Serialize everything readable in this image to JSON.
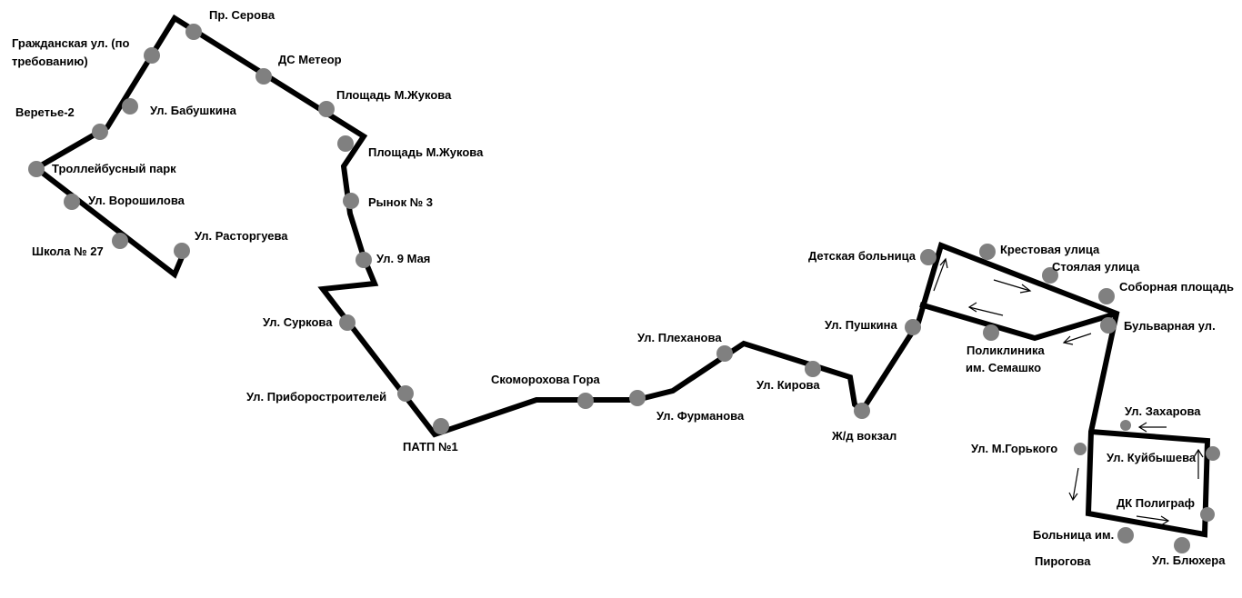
{
  "stops": {
    "serova": "Пр. Серова",
    "grazhd_1": "Гражданская ул. (по",
    "grazhd_2": "требованию)",
    "meteor": "ДС Метеор",
    "zhukova_1": "Площадь М.Жукова",
    "babushkina": "Ул. Бабушкина",
    "veretye": "Веретье-2",
    "zhukova_2": "Площадь М.Жукова",
    "trolley": "Троллейбусный парк",
    "voroshilova": "Ул. Ворошилова",
    "rynok": "Рынок № 3",
    "school": "Школа № 27",
    "rastorgueva": "Ул. Расторгуева",
    "may9": "Ул. 9 Мая",
    "surkova": "Ул. Суркова",
    "priborostr": "Ул. Приборостроителей",
    "patp": "ПАТП №1",
    "skomorokhova": "Скоморохова Гора",
    "plekhanova": "Ул. Плеханова",
    "furmanova": "Ул. Фурманова",
    "kirova": "Ул. Кирова",
    "vokzal": "Ж/д вокзал",
    "detskaya": "Детская больница",
    "krestovaya": "Крестовая улица",
    "stoyalaya": "Стоялая улица",
    "sobornaya": "Соборная площадь",
    "pushkina": "Ул. Пушкина",
    "bulvarnaya": "Бульварная ул.",
    "poliklinika_1": "Поликлиника",
    "poliklinika_2": "им. Семашко",
    "zakharova": "Ул. Захарова",
    "gorkogo": "Ул. М.Горького",
    "kuybysheva": "Ул. Куйбышева",
    "poligraf": "ДК Полиграф",
    "pirogova_1": "Больница им.",
    "pirogova_2": "Пирогова",
    "blyukhera": "Ул. Блюхера"
  },
  "colors": {
    "route": "#000000",
    "stop": "#808080",
    "background": "#ffffff"
  }
}
